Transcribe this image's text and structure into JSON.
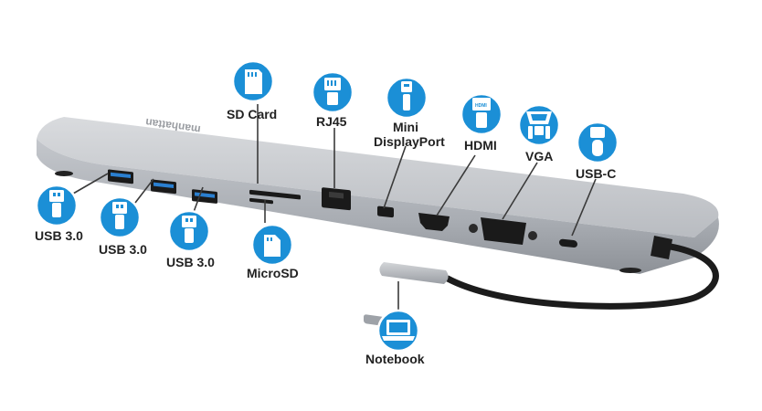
{
  "brand": "manhattan",
  "colors": {
    "icon_blue": "#1b8fd6",
    "body_silver": "#bfc2c7",
    "port_black": "#1a1a1a",
    "usb_blue": "#2a7fd0"
  },
  "labels": {
    "usb1": "USB 3.0",
    "usb2": "USB 3.0",
    "usb3": "USB 3.0",
    "sd_card": "SD Card",
    "microsd": "MicroSD",
    "rj45": "RJ45",
    "mini_dp_line1": "Mini",
    "mini_dp_line2": "DisplayPort",
    "hdmi": "HDMI",
    "vga": "VGA",
    "usbc": "USB-C",
    "notebook": "Notebook"
  },
  "icons": {
    "usb1": "usb-plug-icon",
    "usb2": "usb-plug-icon",
    "usb3": "usb-plug-icon",
    "sd_card": "sd-card-icon",
    "microsd": "microsd-card-icon",
    "rj45": "ethernet-plug-icon",
    "mini_dp": "mini-displayport-plug-icon",
    "hdmi": "hdmi-plug-icon",
    "vga": "vga-plug-icon",
    "usbc": "usb-c-plug-icon",
    "notebook": "laptop-icon"
  }
}
